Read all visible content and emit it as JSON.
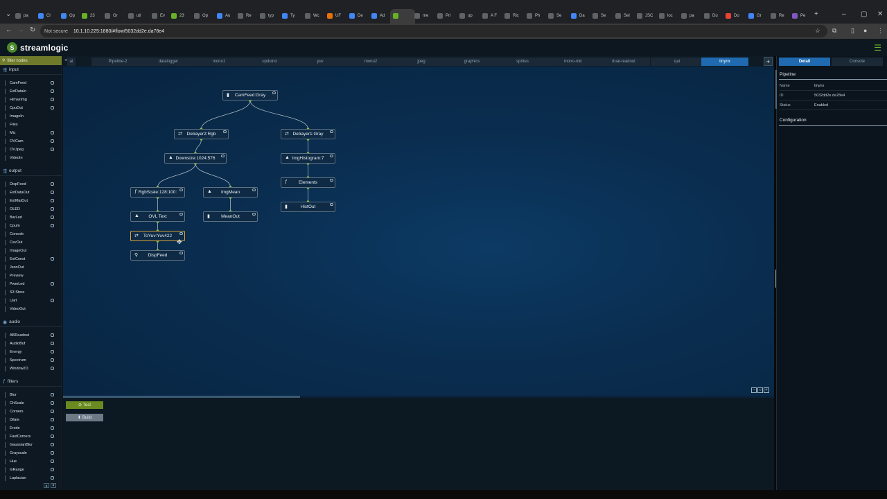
{
  "browser": {
    "tabs": [
      {
        "label": "pa",
        "color": "#5f6368"
      },
      {
        "label": "Cl",
        "color": "#4285f4"
      },
      {
        "label": "Op",
        "color": "#4285f4"
      },
      {
        "label": "23",
        "color": "#67b226"
      },
      {
        "label": "Gr",
        "color": "#5f6368"
      },
      {
        "label": "uti",
        "color": "#5f6368"
      },
      {
        "label": "Ev",
        "color": "#5f6368"
      },
      {
        "label": "23",
        "color": "#67b226"
      },
      {
        "label": "Op",
        "color": "#5f6368"
      },
      {
        "label": "Au",
        "color": "#4285f4"
      },
      {
        "label": "Re",
        "color": "#5f6368"
      },
      {
        "label": "typ",
        "color": "#5f6368"
      },
      {
        "label": "Ty",
        "color": "#4285f4"
      },
      {
        "label": "Wc",
        "color": "#5f6368"
      },
      {
        "label": "UF",
        "color": "#e8710a"
      },
      {
        "label": "De",
        "color": "#4285f4"
      },
      {
        "label": "Ad",
        "color": "#4285f4"
      },
      {
        "label": "",
        "color": "#67b226"
      },
      {
        "label": "me",
        "color": "#5f6368"
      },
      {
        "label": "Pri",
        "color": "#5f6368"
      },
      {
        "label": "up",
        "color": "#5f6368"
      },
      {
        "label": "A F",
        "color": "#5f6368"
      },
      {
        "label": "Ric",
        "color": "#5f6368"
      },
      {
        "label": "Ph",
        "color": "#5f6368"
      },
      {
        "label": "Se",
        "color": "#5f6368"
      },
      {
        "label": "Da",
        "color": "#4285f4"
      },
      {
        "label": "Se",
        "color": "#5f6368"
      },
      {
        "label": "Sel",
        "color": "#5f6368"
      },
      {
        "label": "JSC",
        "color": "#5f6368"
      },
      {
        "label": "loc",
        "color": "#5f6368"
      },
      {
        "label": "pa",
        "color": "#5f6368"
      },
      {
        "label": "Du",
        "color": "#5f6368"
      },
      {
        "label": "Do",
        "color": "#ea4335"
      },
      {
        "label": "Gr",
        "color": "#4285f4"
      },
      {
        "label": "Re",
        "color": "#5f6368"
      },
      {
        "label": "Pe",
        "color": "#7e57c2"
      }
    ],
    "not_secure": "Not secure",
    "url": "10.1.10.225:1880/#flow/5032dd2e.da78e4"
  },
  "app": {
    "brand": "streamlogic",
    "filter_placeholder": "filter nodes",
    "palette": [
      {
        "category": "input",
        "nodes": [
          {
            "name": "CamFeed",
            "port": true
          },
          {
            "name": "ExtDataIn",
            "port": true
          },
          {
            "name": "HimaxImg",
            "port": true
          },
          {
            "name": "CpuOut",
            "port": true
          },
          {
            "name": "ImageIn",
            "port": false
          },
          {
            "name": "Files",
            "port": false
          },
          {
            "name": "Mic",
            "port": true
          },
          {
            "name": "OVCam",
            "port": true
          },
          {
            "name": "OVJpeg",
            "port": true
          },
          {
            "name": "VideoIn",
            "port": false
          }
        ]
      },
      {
        "category": "output",
        "nodes": [
          {
            "name": "DispFeed",
            "port": true
          },
          {
            "name": "ExtDataOut",
            "port": true
          },
          {
            "name": "ExtMatOut",
            "port": true
          },
          {
            "name": "OLED",
            "port": true
          },
          {
            "name": "BarLed",
            "port": true
          },
          {
            "name": "CpuIn",
            "port": true
          },
          {
            "name": "Console",
            "port": false
          },
          {
            "name": "CsvOut",
            "port": false
          },
          {
            "name": "ImageOut",
            "port": false
          },
          {
            "name": "ExtConst",
            "port": true
          },
          {
            "name": "JsonOut",
            "port": false
          },
          {
            "name": "Preview",
            "port": false
          },
          {
            "name": "PwmLed",
            "port": true
          },
          {
            "name": "S3 Store",
            "port": false
          },
          {
            "name": "Uart",
            "port": true
          },
          {
            "name": "VideoOut",
            "port": false
          }
        ]
      },
      {
        "category": "audio",
        "nodes": [
          {
            "name": "ABReadout",
            "port": true
          },
          {
            "name": "AudioBuf",
            "port": true
          },
          {
            "name": "Energy",
            "port": true
          },
          {
            "name": "Spectrum",
            "port": true
          },
          {
            "name": "Window2D",
            "port": true
          }
        ]
      },
      {
        "category": "filters",
        "nodes": [
          {
            "name": "Blur",
            "port": true
          },
          {
            "name": "ChScale",
            "port": true
          },
          {
            "name": "Corners",
            "port": true
          },
          {
            "name": "Dilate",
            "port": true
          },
          {
            "name": "Erode",
            "port": true
          },
          {
            "name": "FastCorners",
            "port": true
          },
          {
            "name": "GaussianBlur",
            "port": true
          },
          {
            "name": "Grayscale",
            "port": true
          },
          {
            "name": "Hue",
            "port": true
          },
          {
            "name": "InRange",
            "port": true
          },
          {
            "name": "Laplacian",
            "port": true
          }
        ]
      }
    ],
    "workspace_tabs": [
      "ai",
      "Pipeline-2",
      "datalogger",
      "mono1",
      "upduino",
      "yuv",
      "mono2",
      "jpeg",
      "graphics",
      "sprites",
      "mono-mic",
      "dual-readout",
      "qai",
      "tinynx"
    ],
    "active_tab": "tinynx",
    "flow_nodes": [
      {
        "id": "camfeed",
        "label": "CamFeed:Gray",
        "icon": "camera-icon",
        "glyph": "▮"
      },
      {
        "id": "debayer2",
        "label": "Debayer2:Rgb",
        "icon": "convert-icon",
        "glyph": "⇄"
      },
      {
        "id": "debayer1",
        "label": "Debayer1:Gray",
        "icon": "convert-icon",
        "glyph": "⇄"
      },
      {
        "id": "downsize",
        "label": "Downsize:1024:576",
        "icon": "image-icon",
        "glyph": "▲"
      },
      {
        "id": "imghist",
        "label": "ImgHistogram:7",
        "icon": "image-icon",
        "glyph": "▲"
      },
      {
        "id": "rgbscale",
        "label": "RgbScale:128:100:",
        "icon": "function-icon",
        "glyph": "ƒ"
      },
      {
        "id": "imgmean",
        "label": "ImgMean",
        "icon": "image-icon",
        "glyph": "▲"
      },
      {
        "id": "elements",
        "label": "Elements",
        "icon": "function-icon",
        "glyph": "ƒ"
      },
      {
        "id": "histout",
        "label": "HistOut",
        "icon": "chip-icon",
        "glyph": "▮"
      },
      {
        "id": "ovltext",
        "label": "OVL Text",
        "icon": "image-icon",
        "glyph": "▲"
      },
      {
        "id": "meanout",
        "label": "MeanOut",
        "icon": "chip-icon",
        "glyph": "▮"
      },
      {
        "id": "toyuv",
        "label": "ToYuv:Yuv422",
        "icon": "convert-icon",
        "glyph": "⇄"
      },
      {
        "id": "dispfeed",
        "label": "DispFeed",
        "icon": "search-icon",
        "glyph": "⚲"
      }
    ],
    "edges": [
      [
        "camfeed",
        "debayer2"
      ],
      [
        "camfeed",
        "debayer1"
      ],
      [
        "debayer2",
        "downsize"
      ],
      [
        "debayer1",
        "imghist"
      ],
      [
        "downsize",
        "rgbscale"
      ],
      [
        "downsize",
        "imgmean"
      ],
      [
        "imghist",
        "elements"
      ],
      [
        "elements",
        "histout"
      ],
      [
        "rgbscale",
        "ovltext"
      ],
      [
        "imgmean",
        "meanout"
      ],
      [
        "ovltext",
        "toyuv"
      ],
      [
        "toyuv",
        "dispfeed"
      ]
    ],
    "buttons": {
      "test": "Test",
      "build": "Build"
    },
    "sidebar": {
      "tabs": [
        "Detail",
        "Console"
      ],
      "pipeline_heading": "Pipeline",
      "properties": [
        {
          "key": "Name",
          "value": "tinynx"
        },
        {
          "key": "ID",
          "value": "5032dd2e.da78e4"
        },
        {
          "key": "Status",
          "value": "Enabled"
        }
      ],
      "config_heading": "Configuration"
    }
  }
}
